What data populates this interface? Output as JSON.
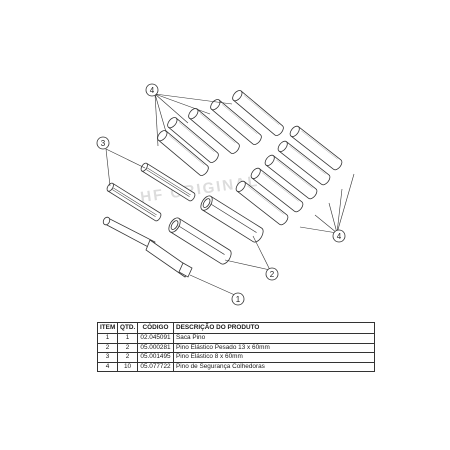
{
  "watermark": "HF ORIGINAL",
  "callouts": [
    "1",
    "2",
    "3",
    "4"
  ],
  "table": {
    "headers": {
      "item": "ITEM",
      "qtd": "QTD.",
      "codigo": "CÓDIGO",
      "descricao": "DESCRIÇÃO DO PRODUTO"
    },
    "rows": [
      {
        "item": "1",
        "qtd": "1",
        "codigo": "02.045091",
        "descricao": "Saca Pino"
      },
      {
        "item": "2",
        "qtd": "2",
        "codigo": "05.000281",
        "descricao": "Pino Elástico Pesado 13 x 60mm"
      },
      {
        "item": "3",
        "qtd": "2",
        "codigo": "05.001495",
        "descricao": "Pino Elástico 8 x 60mm"
      },
      {
        "item": "4",
        "qtd": "10",
        "codigo": "05.077722",
        "descricao": "Pino de Segurança Colhedoras"
      }
    ]
  }
}
